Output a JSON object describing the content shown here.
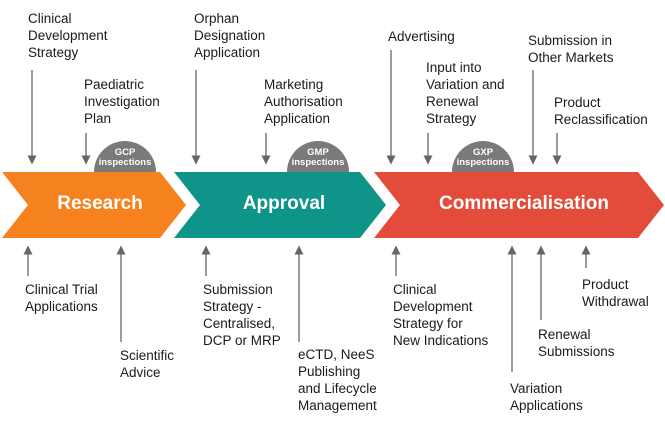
{
  "colors": {
    "research": "#f5821f",
    "approval": "#0e9488",
    "commercialisation": "#e34c3b",
    "inspection_dome": "#7a7a7a",
    "arrow_line": "#666666"
  },
  "stages": [
    {
      "label": "Research"
    },
    {
      "label": "Approval"
    },
    {
      "label": "Commercialisation"
    }
  ],
  "inspections": [
    {
      "line1": "GCP",
      "line2": "inspections"
    },
    {
      "line1": "GMP",
      "line2": "inspections"
    },
    {
      "line1": "GXP",
      "line2": "inspections"
    }
  ],
  "top_labels": {
    "clinical_development_strategy": "Clinical\nDevelopment\nStrategy",
    "paediatric_investigation_plan": "Paediatric\nInvestigation\nPlan",
    "orphan_designation_application": "Orphan\nDesignation\nApplication",
    "marketing_authorisation_application": "Marketing\nAuthorisation\nApplication",
    "advertising": "Advertising",
    "input_into_variation": "Input into\nVariation and\nRenewal\nStrategy",
    "submission_other_markets": "Submission in\nOther Markets",
    "product_reclassification": "Product\nReclassification"
  },
  "bottom_labels": {
    "clinical_trial_applications": "Clinical Trial\nApplications",
    "scientific_advice": "Scientific\nAdvice",
    "submission_strategy": "Submission\nStrategy -\nCentralised,\nDCP or MRP",
    "ectd_publishing": "eCTD, NeeS\nPublishing\nand Lifecycle\nManagement",
    "clinical_dev_new_indications": "Clinical\nDevelopment\nStrategy for\nNew Indications",
    "variation_applications": "Variation\nApplications",
    "renewal_submissions": "Renewal\nSubmissions",
    "product_withdrawal": "Product\nWithdrawal"
  }
}
